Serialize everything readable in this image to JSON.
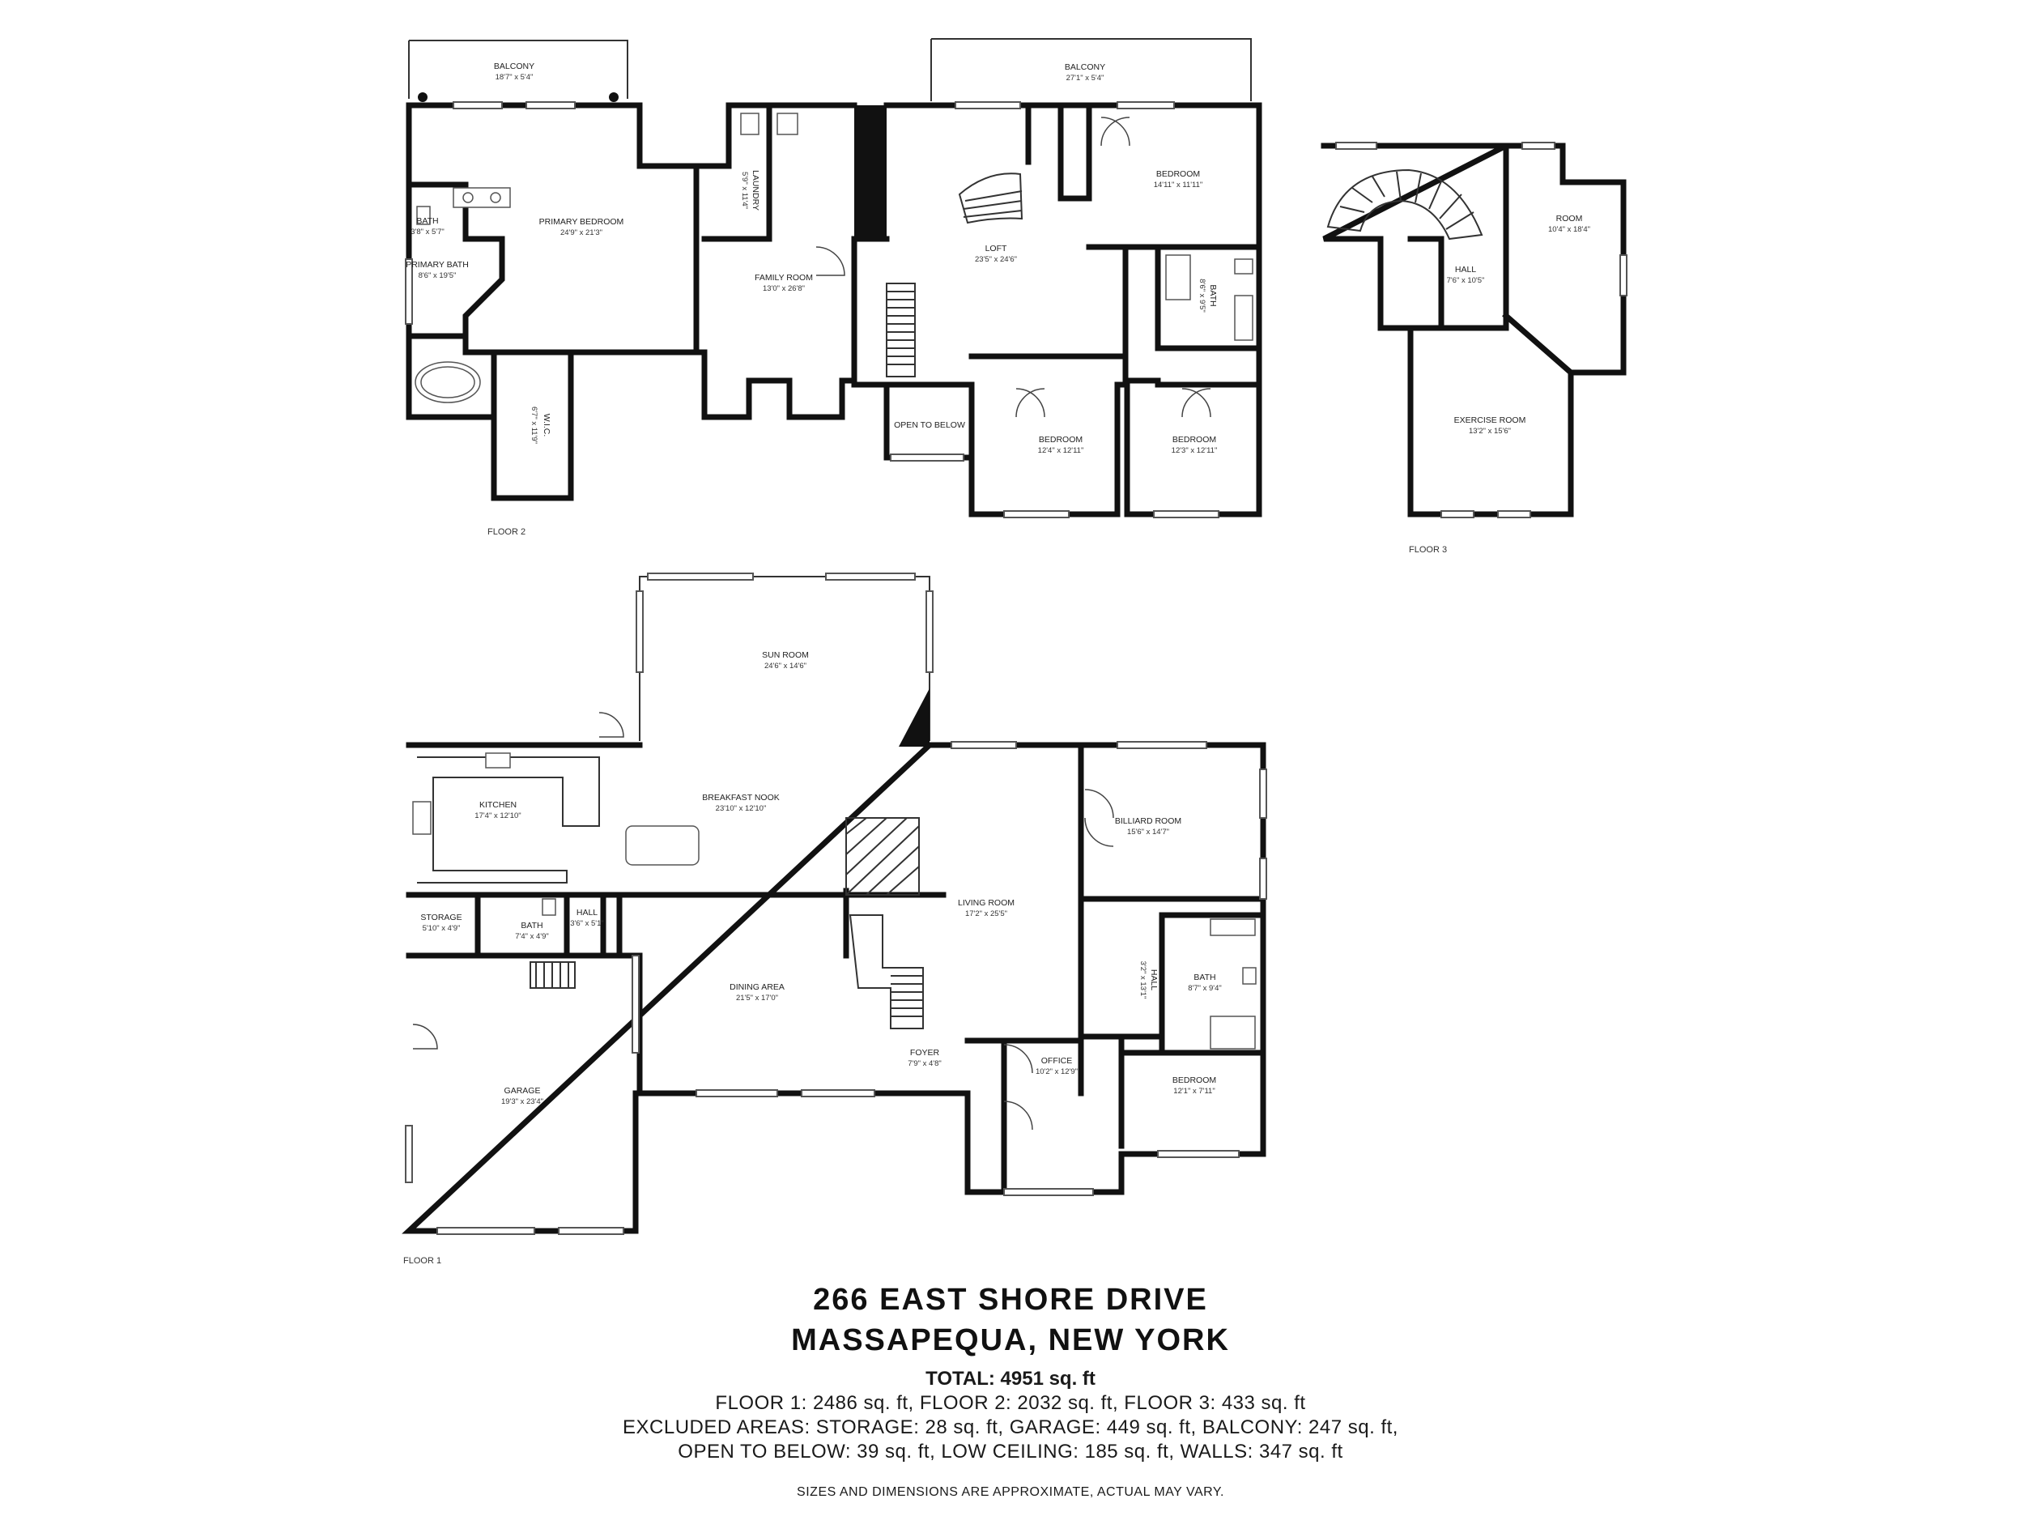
{
  "floors": {
    "floor2": "FLOOR 2",
    "floor3": "FLOOR 3",
    "floor1": "FLOOR 1"
  },
  "rooms": {
    "balcony_a": {
      "name": "BALCONY",
      "dim": "18'7\" x 5'4\""
    },
    "balcony_b": {
      "name": "BALCONY",
      "dim": "27'1\" x 5'4\""
    },
    "primary_bedroom": {
      "name": "PRIMARY BEDROOM",
      "dim": "24'9\" x 21'3\""
    },
    "bath_small": {
      "name": "BATH",
      "dim": "3'8\" x 5'7\""
    },
    "primary_bath": {
      "name": "PRIMARY BATH",
      "dim": "8'6\" x 19'5\""
    },
    "wic": {
      "name": "W.I.C.",
      "dim": "6'7\" x 11'9\""
    },
    "laundry": {
      "name": "LAUNDRY",
      "dim": "5'9\" x 11'4\""
    },
    "family_room": {
      "name": "FAMILY ROOM",
      "dim": "13'0\" x 26'8\""
    },
    "loft": {
      "name": "LOFT",
      "dim": "23'5\" x 24'6\""
    },
    "bedroom_f2a": {
      "name": "BEDROOM",
      "dim": "14'11\" x 11'11\""
    },
    "bath_f2": {
      "name": "BATH",
      "dim": "8'6\" x 9'5\""
    },
    "open_to_below": {
      "name": "OPEN TO BELOW",
      "dim": ""
    },
    "bedroom_f2b": {
      "name": "BEDROOM",
      "dim": "12'4\" x 12'11\""
    },
    "bedroom_f2c": {
      "name": "BEDROOM",
      "dim": "12'3\" x 12'11\""
    },
    "hall_f3": {
      "name": "HALL",
      "dim": "7'6\" x 10'5\""
    },
    "room_f3": {
      "name": "ROOM",
      "dim": "10'4\" x 18'4\""
    },
    "exercise_room": {
      "name": "EXERCISE ROOM",
      "dim": "13'2\" x 15'6\""
    },
    "sun_room": {
      "name": "SUN ROOM",
      "dim": "24'6\" x 14'6\""
    },
    "kitchen": {
      "name": "KITCHEN",
      "dim": "17'4\" x 12'10\""
    },
    "breakfast_nook": {
      "name": "BREAKFAST NOOK",
      "dim": "23'10\" x 12'10\""
    },
    "billiard_room": {
      "name": "BILLIARD ROOM",
      "dim": "15'6\" x 14'7\""
    },
    "storage": {
      "name": "STORAGE",
      "dim": "5'10\" x 4'9\""
    },
    "bath_f1a": {
      "name": "BATH",
      "dim": "7'4\" x 4'9\""
    },
    "hall_f1a": {
      "name": "HALL",
      "dim": "3'6\" x 5'1\""
    },
    "living_room": {
      "name": "LIVING ROOM",
      "dim": "17'2\" x 25'5\""
    },
    "dining_area": {
      "name": "DINING AREA",
      "dim": "21'5\" x 17'0\""
    },
    "hall_f1b": {
      "name": "HALL",
      "dim": "3'2\" x 13'1\""
    },
    "bath_f1b": {
      "name": "BATH",
      "dim": "8'7\" x 9'4\""
    },
    "foyer": {
      "name": "FOYER",
      "dim": "7'9\" x 4'8\""
    },
    "office": {
      "name": "OFFICE",
      "dim": "10'2\" x 12'9\""
    },
    "bedroom_f1": {
      "name": "BEDROOM",
      "dim": "12'1\" x 7'11\""
    },
    "garage": {
      "name": "GARAGE",
      "dim": "19'3\" x 23'4\""
    }
  },
  "info": {
    "address_line1": "266 EAST SHORE DRIVE",
    "address_line2": "MASSAPEQUA, NEW YORK",
    "total": "TOTAL: 4951 sq. ft",
    "line1": "FLOOR 1: 2486 sq. ft, FLOOR 2: 2032 sq. ft, FLOOR 3: 433 sq. ft",
    "line2": "EXCLUDED AREAS: STORAGE: 28 sq. ft, GARAGE: 449 sq. ft, BALCONY: 247 sq. ft,",
    "line3": "OPEN TO BELOW: 39 sq. ft, LOW CEILING: 185 sq. ft, WALLS: 347 sq. ft",
    "disclaimer": "SIZES AND DIMENSIONS ARE APPROXIMATE, ACTUAL MAY VARY."
  }
}
